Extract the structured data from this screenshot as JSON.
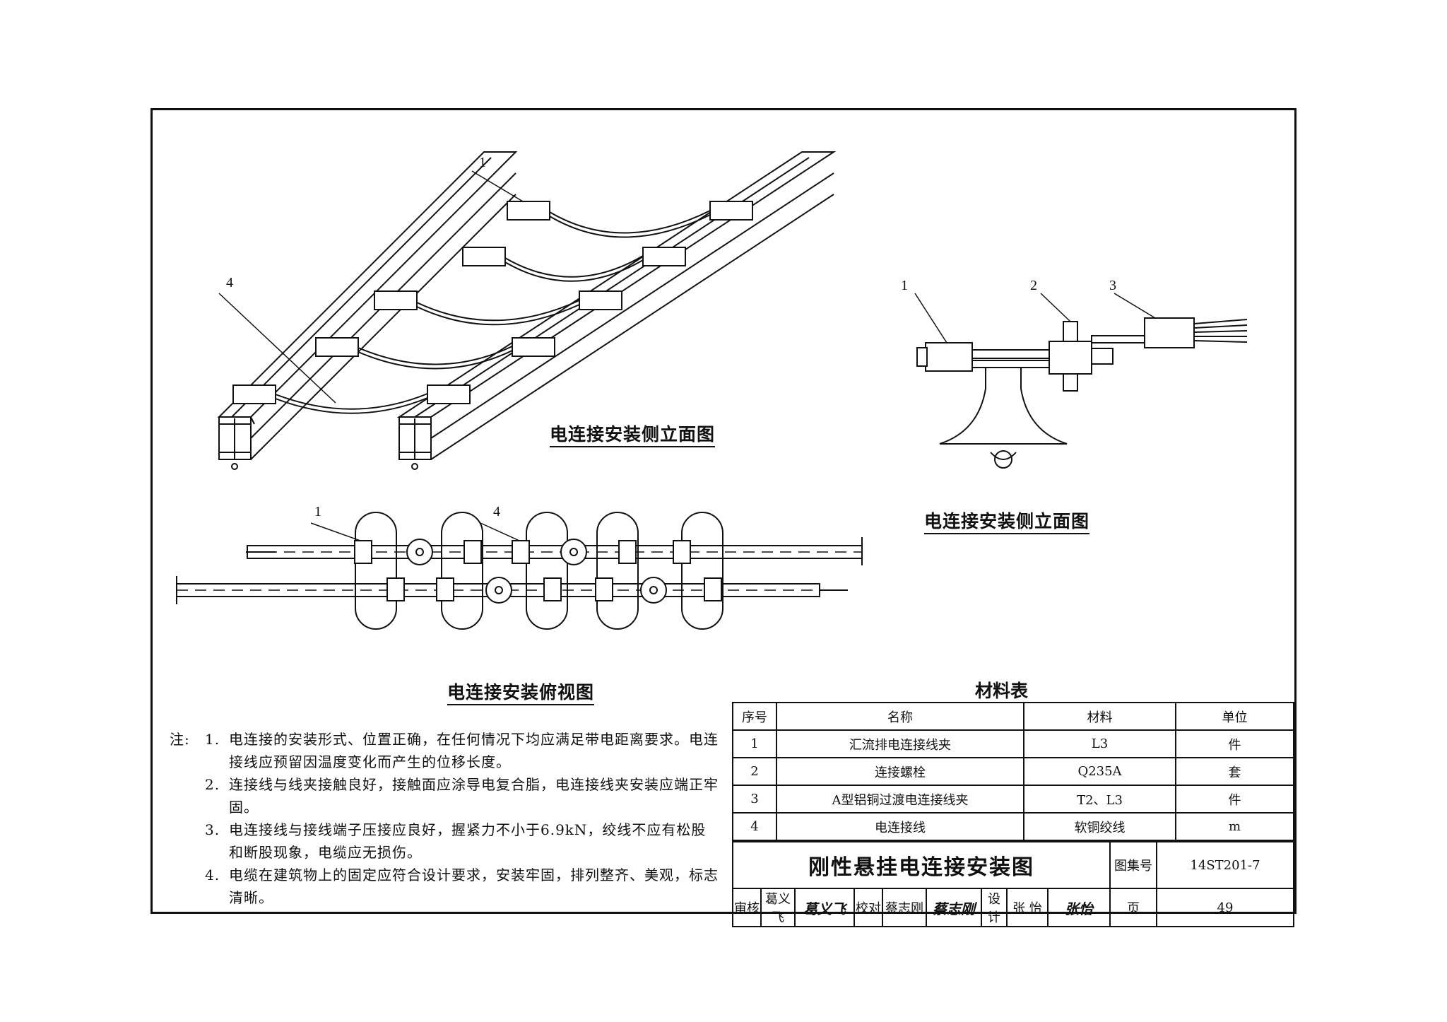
{
  "drawings": {
    "iso_view": {
      "caption": "电连接安装侧立面图",
      "callouts": [
        "1",
        "4"
      ]
    },
    "side_view": {
      "caption": "电连接安装侧立面图",
      "callouts": [
        "1",
        "2",
        "3"
      ]
    },
    "top_view": {
      "caption": "电连接安装俯视图",
      "callouts": [
        "1",
        "4"
      ]
    }
  },
  "notes": {
    "prefix": "注:",
    "items": [
      {
        "num": "1.",
        "text": "电连接的安装形式、位置正确，在任何情况下均应满足带电距离要求。电连接线应预留因温度变化而产生的位移长度。"
      },
      {
        "num": "2.",
        "text": "连接线与线夹接触良好，接触面应涂导电复合脂，电连接线夹安装应端正牢固。"
      },
      {
        "num": "3.",
        "text": "电连接线与接线端子压接应良好，握紧力不小于6.9kN，绞线不应有松股和断股现象，电缆应无损伤。"
      },
      {
        "num": "4.",
        "text": "电缆在建筑物上的固定应符合设计要求，安装牢固，排列整齐、美观，标志清晰。"
      }
    ]
  },
  "materials": {
    "title": "材料表",
    "headers": [
      "序号",
      "名称",
      "材料",
      "单位"
    ],
    "rows": [
      [
        "1",
        "汇流排电连接线夹",
        "L3",
        "件"
      ],
      [
        "2",
        "连接螺栓",
        "Q235A",
        "套"
      ],
      [
        "3",
        "A型铝铜过渡电连接线夹",
        "T2、L3",
        "件"
      ],
      [
        "4",
        "电连接线",
        "软铜绞线",
        "m"
      ]
    ]
  },
  "title_block": {
    "drawing_title": "刚性悬挂电连接安装图",
    "atlas_label": "图集号",
    "atlas_no": "14ST201-7",
    "review_label": "审核",
    "reviewer": "葛义飞",
    "reviewer_sig": "葛义飞",
    "check_label": "校对",
    "checker": "蔡志刚",
    "checker_sig": "蔡志刚",
    "design_label": "设计",
    "designer": "张  怡",
    "designer_sig": "张怡",
    "page_label": "页",
    "page_no": "49"
  }
}
